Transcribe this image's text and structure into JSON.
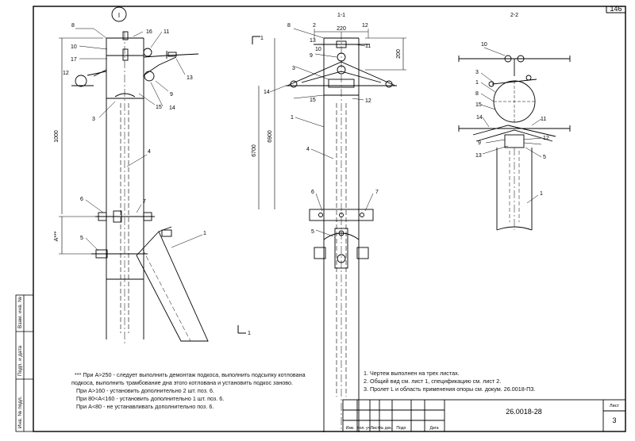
{
  "sheet_corner_number": "146",
  "view_marker": "I",
  "section_titles": {
    "s11": "1-1",
    "s22": "2-2"
  },
  "cut_marks": {
    "top": "1",
    "bottom": "1"
  },
  "dimensions": {
    "d1000": "1000",
    "dA": "A***",
    "d6900": "6900",
    "d6700": "6700",
    "d2": "2",
    "d12": "12",
    "d220": "220",
    "d200": "200"
  },
  "view1_labels": [
    "8",
    "16",
    "11",
    "10",
    "17",
    "12",
    "13",
    "9",
    "15",
    "14",
    "3",
    "4",
    "6",
    "7",
    "5",
    "1"
  ],
  "view2_labels": [
    "8",
    "2",
    "12",
    "13",
    "11",
    "9",
    "3",
    "10",
    "14",
    "15",
    "12",
    "1",
    "4",
    "6",
    "7",
    "5"
  ],
  "view3_labels": [
    "10",
    "3",
    "1",
    "8",
    "15",
    "14",
    "9",
    "13",
    "11",
    "12",
    "5",
    "1"
  ],
  "left_notes": [
    "*** При А>250 - следует выполнить демонтаж подкоса, выполнить подсыпку котлована",
    "подкоса, выполнить трамбование дна этого котлована и установить подкос заново.",
    "При А>160 - установить дополнительно 2 шт. поз. 6.",
    "При 80<А<160 - установить дополнительно 1 шт. поз. 6.",
    "При А<80 - не устанавливать дополнительно поз. 6."
  ],
  "right_notes": [
    "1. Чертеж выполнен на трех листах.",
    "2. Общий вид см. лист 1, спецификацию см. лист 2.",
    "3. Пролет L и область применения опоры см. докум. 26.0018-ПЗ."
  ],
  "side_stamp": [
    "Инв. № подл.",
    "Подп. и дата",
    "Взам. инв. №"
  ],
  "title_block": {
    "doc_code": "26.0018-28",
    "sheet_label": "Лист",
    "sheet_number": "3",
    "columns": [
      "Изм.",
      "Кол. уч",
      "Лист",
      "№ док.",
      "Подп.",
      "Дата"
    ]
  }
}
